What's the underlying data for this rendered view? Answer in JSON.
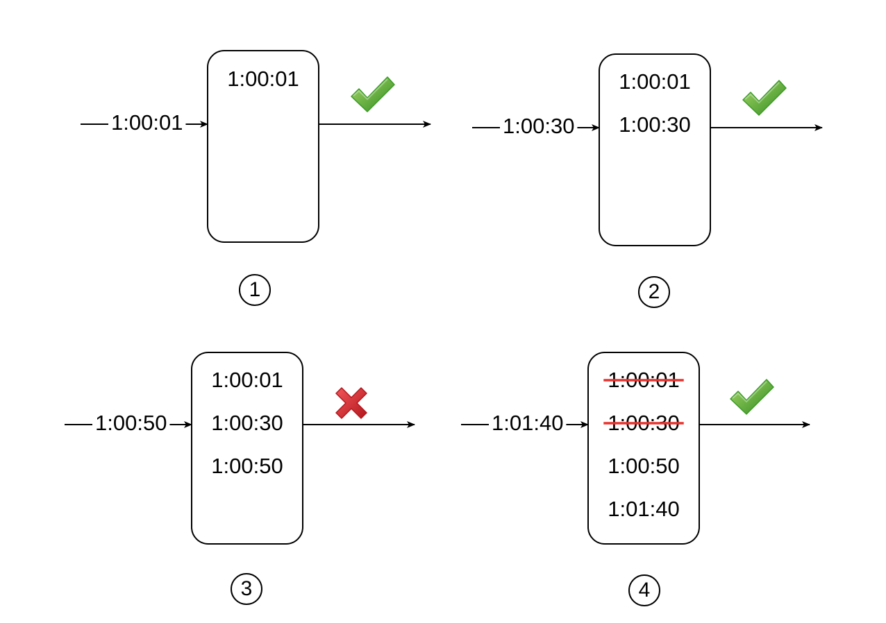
{
  "colors": {
    "line": "#000000",
    "strike": "#e8332f",
    "check_light": "#8cc63f",
    "check_dark": "#2f8a1e",
    "cross": "#e8333a",
    "cross_dark": "#b3161c"
  },
  "panels": [
    {
      "number": "1",
      "input": "1:00:01",
      "entries": [
        {
          "text": "1:00:01",
          "struck": false
        }
      ],
      "result": "check-icon"
    },
    {
      "number": "2",
      "input": "1:00:30",
      "entries": [
        {
          "text": "1:00:01",
          "struck": false
        },
        {
          "text": "1:00:30",
          "struck": false
        }
      ],
      "result": "check-icon"
    },
    {
      "number": "3",
      "input": "1:00:50",
      "entries": [
        {
          "text": "1:00:01",
          "struck": false
        },
        {
          "text": "1:00:30",
          "struck": false
        },
        {
          "text": "1:00:50",
          "struck": false
        }
      ],
      "result": "cross-icon"
    },
    {
      "number": "4",
      "input": "1:01:40",
      "entries": [
        {
          "text": "1:00:01",
          "struck": true
        },
        {
          "text": "1:00:30",
          "struck": true
        },
        {
          "text": "1:00:50",
          "struck": false
        },
        {
          "text": "1:01:40",
          "struck": false
        }
      ],
      "result": "check-icon"
    }
  ]
}
